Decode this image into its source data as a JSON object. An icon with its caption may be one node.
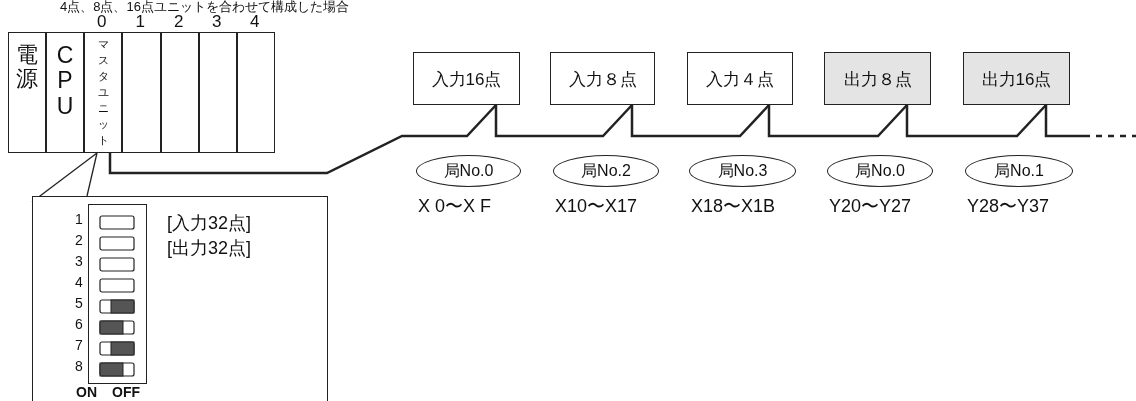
{
  "diagram": {
    "title": "4点、8点、16点ユニットを合わせて構成した場合",
    "nodes": [
      {
        "text": [
          "電源"
        ]
      },
      {
        "text": [
          "CPU"
        ]
      },
      {
        "text": [
          "マスタユニット"
        ],
        "beside": [
          "0"
        ]
      },
      {
        "text": [],
        "shape": "box",
        "beside": [
          "1"
        ]
      },
      {
        "text": [],
        "shape": "box",
        "beside": [
          "2"
        ]
      },
      {
        "text": [],
        "shape": "box",
        "beside": [
          "3"
        ]
      },
      {
        "text": [],
        "shape": "box",
        "beside": [
          "4"
        ]
      },
      {
        "text": [
          "[入力32点]",
          "[出力32点]"
        ]
      },
      {
        "text": [],
        "shape": "box",
        "in": 7,
        "beside": [
          "1",
          "2",
          "3",
          "4",
          "5",
          "6",
          "7",
          "8",
          "ON",
          "OFF"
        ]
      },
      {
        "text": [
          "入力16点"
        ]
      },
      {
        "text": [
          "入力８点"
        ]
      },
      {
        "text": [
          "入力４点"
        ]
      },
      {
        "text": [
          "出力８点"
        ]
      },
      {
        "text": [
          "出力16点"
        ]
      },
      {
        "text": [
          "局No.0"
        ],
        "beside": [
          "X 0〜X F"
        ]
      },
      {
        "text": [
          "局No.2"
        ],
        "beside": [
          "X10〜X17"
        ]
      },
      {
        "text": [
          "局No.3"
        ],
        "beside": [
          "X18〜X1B"
        ]
      },
      {
        "text": [
          "局No.0"
        ],
        "beside": [
          "Y20〜Y27"
        ]
      },
      {
        "text": [
          "局No.1"
        ],
        "beside": [
          "Y28〜Y37"
        ]
      }
    ],
    "edges": [
      {
        "from": 2,
        "to": 9,
        "arrow": "none"
      },
      {
        "from": 9,
        "to": 10,
        "arrow": "none"
      },
      {
        "from": 10,
        "to": 11,
        "arrow": "none"
      },
      {
        "from": 11,
        "to": 12,
        "arrow": "none"
      },
      {
        "from": 12,
        "to": 13,
        "arrow": "none"
      },
      {
        "from": 13,
        "to": null,
        "arrow": "none",
        "style": "dashed"
      },
      {
        "from": 2,
        "to": 7,
        "arrow": "none"
      }
    ]
  }
}
